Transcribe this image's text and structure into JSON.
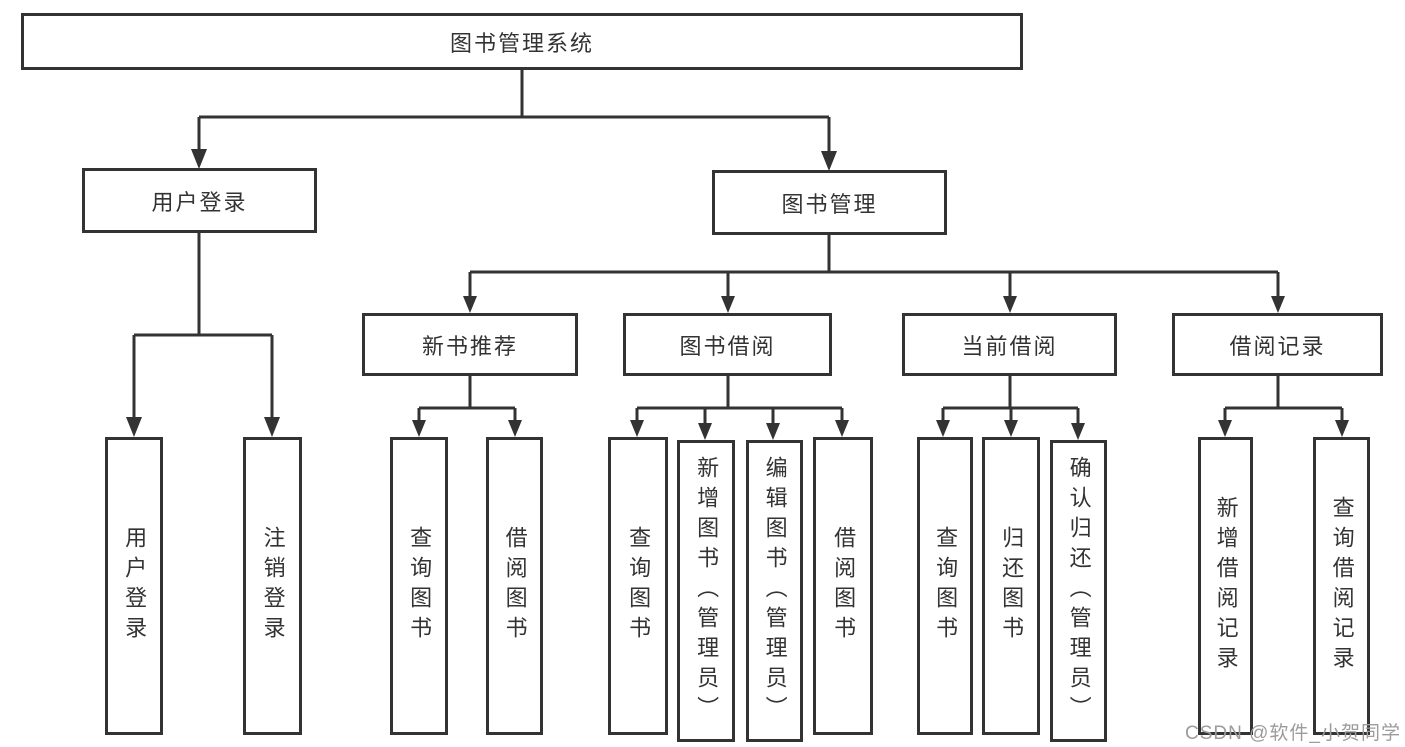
{
  "diagram": {
    "root": {
      "label": "图书管理系统"
    },
    "branches": [
      {
        "label": "用户登录",
        "children": [
          {
            "label": "用户登录"
          },
          {
            "label": "注销登录"
          }
        ]
      },
      {
        "label": "图书管理",
        "children": [
          {
            "label": "新书推荐",
            "children": [
              {
                "label": "查询图书"
              },
              {
                "label": "借阅图书"
              }
            ]
          },
          {
            "label": "图书借阅",
            "children": [
              {
                "label": "查询图书"
              },
              {
                "label": "新增图书（管理员）"
              },
              {
                "label": "编辑图书（管理员）"
              },
              {
                "label": "借阅图书"
              }
            ]
          },
          {
            "label": "当前借阅",
            "children": [
              {
                "label": "查询图书"
              },
              {
                "label": "归还图书"
              },
              {
                "label": "确认归还（管理员）"
              }
            ]
          },
          {
            "label": "借阅记录",
            "children": [
              {
                "label": "新增借阅记录"
              },
              {
                "label": "查询借阅记录"
              }
            ]
          }
        ]
      }
    ],
    "watermark": "CSDN @软件_小贺同学",
    "colors": {
      "line": "#333333",
      "text": "#333333",
      "box_background": "#ffffff",
      "page_background": "#ffffff",
      "watermark_text": "#9c9c9c"
    }
  }
}
